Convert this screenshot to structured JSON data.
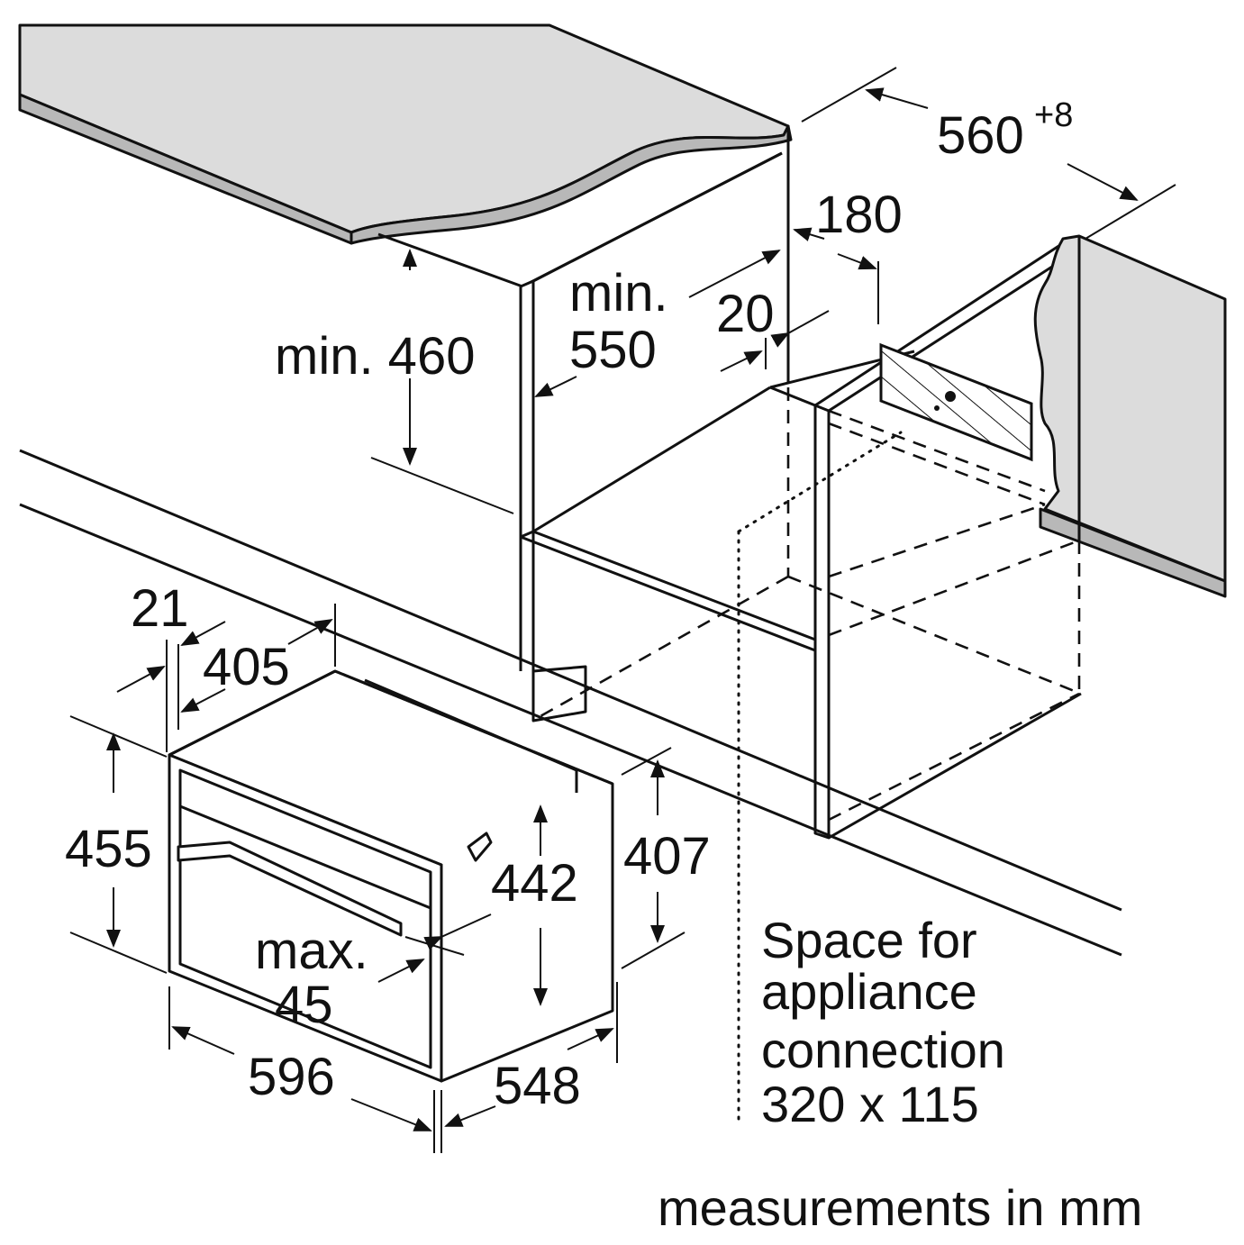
{
  "dimensions": {
    "niche_width": "560",
    "niche_width_tolerance": "+8",
    "rear_gap": "180",
    "min_depth_label": "min.",
    "min_depth_value": "550",
    "back_offset": "20",
    "min_height_from_worktop": "min. 460",
    "front_offset": "21",
    "door_depth": "405",
    "appliance_height": "455",
    "niche_height": "407",
    "inner_height": "442",
    "handle_projection_label": "max.",
    "handle_projection_value": "45",
    "appliance_width": "596",
    "appliance_depth": "548"
  },
  "connection_note": {
    "line1": "Space for",
    "line2": "appliance",
    "line3": "connection",
    "line4": "320 x 115"
  },
  "units_note": "measurements in mm"
}
